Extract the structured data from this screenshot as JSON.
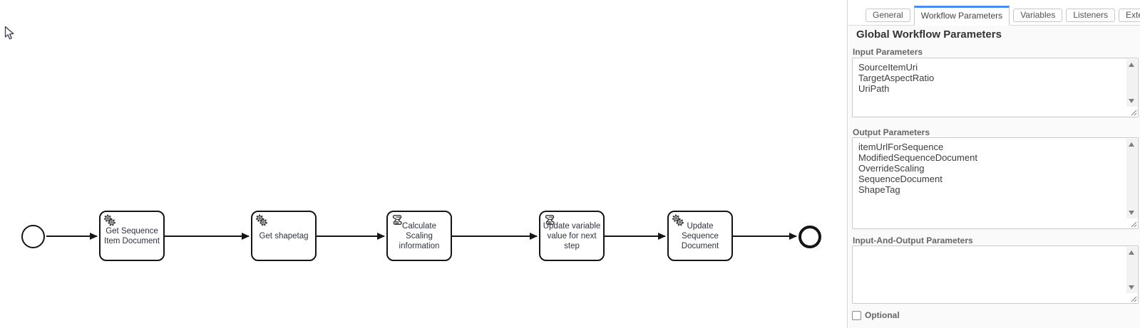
{
  "diagram": {
    "start_event": {
      "type": "start"
    },
    "end_event": {
      "type": "end"
    },
    "tasks": [
      {
        "type": "service",
        "lines": [
          "Get Sequence",
          "Item Document"
        ]
      },
      {
        "type": "service",
        "lines": [
          "Get shapetag"
        ]
      },
      {
        "type": "script",
        "lines": [
          "Calculate",
          "Scaling",
          "information"
        ]
      },
      {
        "type": "script",
        "lines": [
          "Update variable",
          "value for next",
          "step"
        ]
      },
      {
        "type": "service",
        "lines": [
          "Update",
          "Sequence",
          "Document"
        ]
      }
    ]
  },
  "panel": {
    "tabs": [
      {
        "label": "General",
        "active": false
      },
      {
        "label": "Workflow Parameters",
        "active": true
      },
      {
        "label": "Variables",
        "active": false
      },
      {
        "label": "Listeners",
        "active": false
      },
      {
        "label": "Extensions",
        "active": false
      }
    ],
    "heading": "Global Workflow Parameters",
    "input_parameters": {
      "label": "Input Parameters",
      "values": [
        "SourceItemUri",
        "TargetAspectRatio",
        "UriPath"
      ]
    },
    "output_parameters": {
      "label": "Output Parameters",
      "values": [
        "itemUrlForSequence",
        "ModifiedSequenceDocument",
        "OverrideScaling",
        "SequenceDocument",
        "ShapeTag"
      ]
    },
    "input_and_output_parameters": {
      "label": "Input-And-Output Parameters",
      "values": []
    },
    "optional": {
      "label": "Optional",
      "checked": false
    }
  },
  "colors": {
    "active_tab_indicator": "#4a8cf7",
    "shape_stroke": "#151515",
    "panel_background": "#fafafa"
  }
}
